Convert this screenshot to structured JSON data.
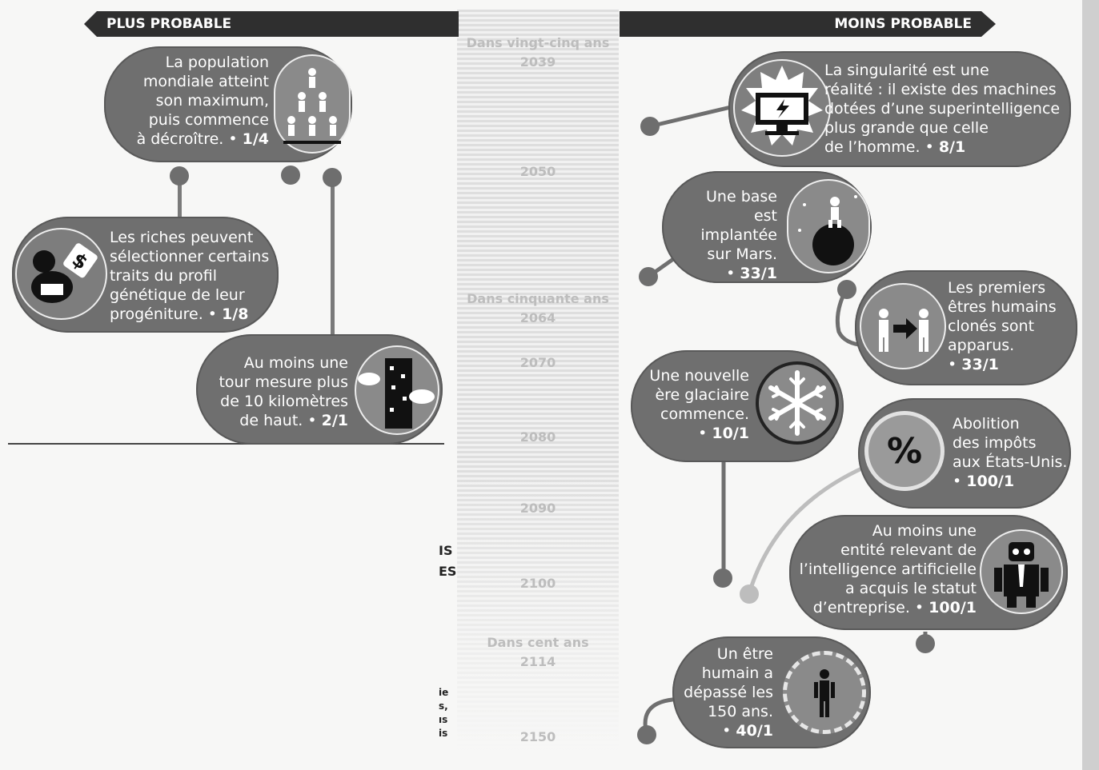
{
  "banner": {
    "left": "PLUS PROBABLE",
    "right": "MOINS PROBABLE"
  },
  "timeline": {
    "labels": [
      {
        "title": "Dans vingt-cinq ans",
        "year": "2039"
      },
      {
        "title": "",
        "year": "2050"
      },
      {
        "title": "Dans cinquante ans",
        "year": "2064"
      },
      {
        "title": "",
        "year": "2070"
      },
      {
        "title": "",
        "year": "2080"
      },
      {
        "title": "",
        "year": "2090"
      },
      {
        "title": "",
        "year": "2100"
      },
      {
        "title": "Dans cent ans",
        "year": "2114"
      },
      {
        "title": "",
        "year": "2150"
      }
    ]
  },
  "events": {
    "population": {
      "lines": [
        "La population",
        "mondiale atteint",
        "son maximum,",
        "puis commence",
        "à décroître."
      ],
      "odds": "1/4"
    },
    "riches": {
      "lines": [
        "Les riches peuvent",
        "sélectionner certains",
        "traits du profil",
        "génétique de leur",
        "progéniture."
      ],
      "odds": "1/8"
    },
    "tour": {
      "lines": [
        "Au moins une",
        "tour mesure plus",
        "de 10 kilomètres",
        "de haut."
      ],
      "odds": "2/1"
    },
    "singularite": {
      "lines": [
        "La singularité est une",
        "réalité : il existe des machines",
        "dotées d’une superintelligence",
        "plus grande que celle",
        "de l’homme."
      ],
      "odds": "8/1"
    },
    "mars": {
      "lines": [
        "Une base",
        "est implantée",
        "sur Mars."
      ],
      "odds": "33/1"
    },
    "clones": {
      "lines": [
        "Les premiers",
        "êtres humains",
        "clonés sont",
        "apparus."
      ],
      "odds": "33/1"
    },
    "glaciaire": {
      "lines": [
        "Une nouvelle",
        "ère glaciaire",
        "commence."
      ],
      "odds": "10/1"
    },
    "impots": {
      "lines": [
        "Abolition",
        "des impôts",
        "aux États-Unis."
      ],
      "odds": "100/1",
      "icon_text": "%"
    },
    "ia": {
      "lines": [
        "Au moins une",
        "entité relevant de",
        "l’intelligence artificielle",
        "a acquis le statut",
        "d’entreprise."
      ],
      "odds": "100/1"
    },
    "age": {
      "lines": [
        "Un être",
        "humain a",
        "dépassé les",
        "150 ans."
      ],
      "odds": "40/1"
    }
  },
  "side_fragments": {
    "large": [
      "IS",
      "ES"
    ],
    "small": [
      "ie",
      "s,",
      "ıs",
      "is"
    ]
  }
}
